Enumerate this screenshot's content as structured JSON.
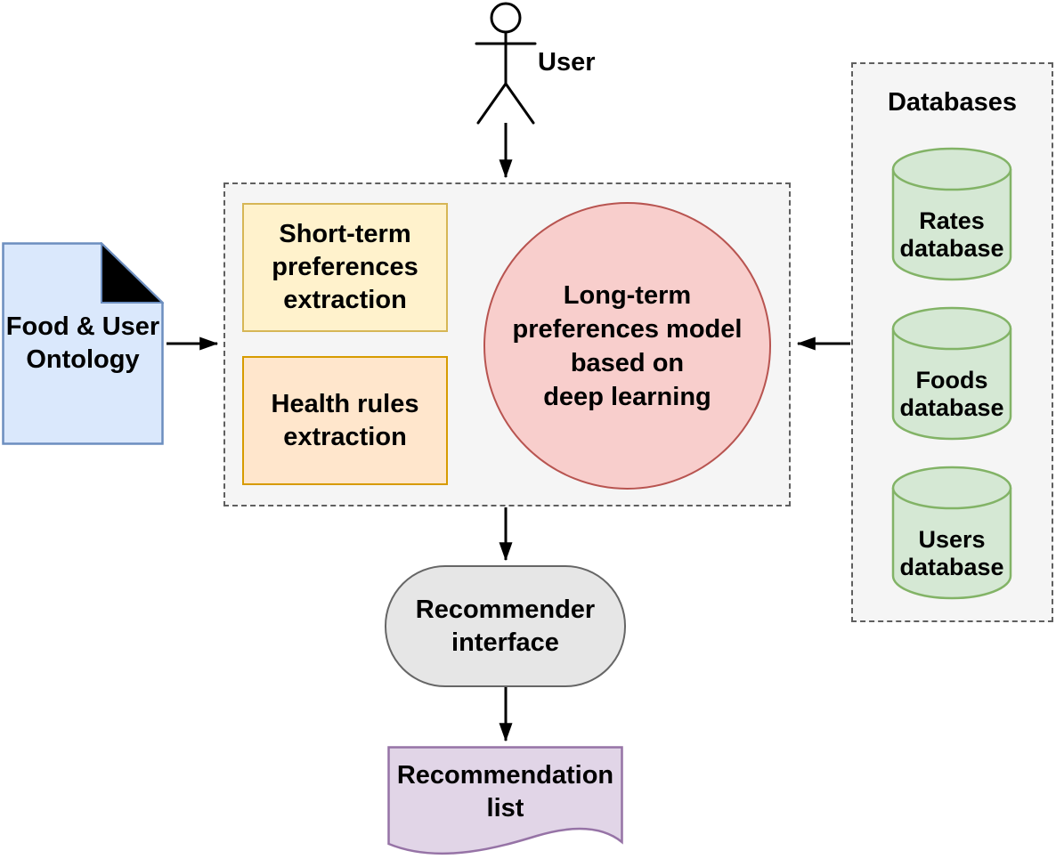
{
  "actor": {
    "label": "User"
  },
  "module": {
    "short_term": {
      "label": "Short-term\npreferences\nextraction",
      "fill": "#FFF2CC",
      "border": "#D6B656"
    },
    "health_rules": {
      "label": "Health rules\nextraction",
      "fill": "#FFE6CC",
      "border": "#D79B00"
    },
    "long_term": {
      "label": "Long-term\npreferences model\nbased on\ndeep learning",
      "fill": "#F8CECC",
      "border": "#B85450"
    }
  },
  "ontology": {
    "label": "Food & User\nOntology",
    "fill": "#DAE8FC",
    "border": "#6C8EBF",
    "fold_fill": "#000000"
  },
  "databases": {
    "title": "Databases",
    "cylinder_fill": "#D5E8D4",
    "cylinder_border": "#82B366",
    "items": [
      {
        "label": "Rates\ndatabase"
      },
      {
        "label": "Foods\ndatabase"
      },
      {
        "label": "Users\ndatabase"
      }
    ]
  },
  "recommender": {
    "label": "Recommender\ninterface",
    "fill": "#E6E6E6",
    "border": "#666666"
  },
  "recommendation_list": {
    "label": "Recommendation\nlist",
    "fill": "#E1D5E7",
    "border": "#9673A6"
  },
  "styles": {
    "container_fill": "#F5F5F5",
    "container_border": "#5F5F5F",
    "arrow_color": "#000000",
    "figure_color": "#000000"
  }
}
